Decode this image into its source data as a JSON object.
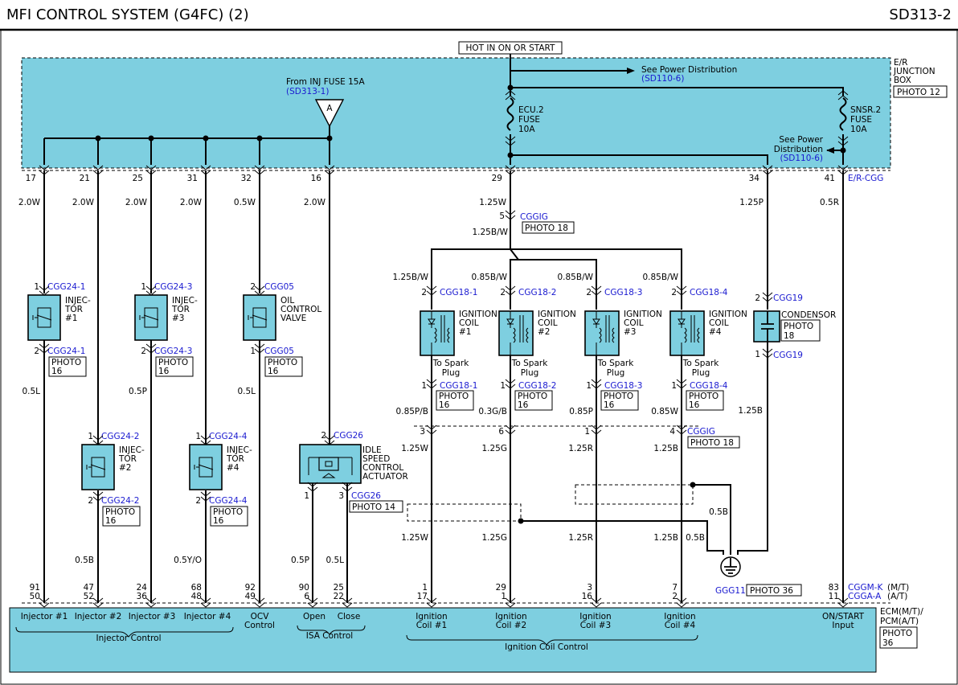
{
  "header": {
    "title": "MFI CONTROL SYSTEM (G4FC) (2)",
    "code": "SD313-2"
  },
  "junction": {
    "hot_label": "HOT IN ON OR START",
    "box_label": [
      "E/R",
      "JUNCTION",
      "BOX"
    ],
    "photo": "PHOTO 12",
    "from_fuse": "From INJ FUSE 15A",
    "from_fuse_ref": "(SD313-1)",
    "ref_a": "A",
    "see_power_1": "See Power Distribution",
    "see_power_1_ref": "(SD110-6)",
    "see_power_2a": "See Power",
    "see_power_2b": "Distribution",
    "see_power_2_ref": "(SD110-6)",
    "ecu_fuse": [
      "ECU.2",
      "FUSE",
      "10A"
    ],
    "snsr_fuse": [
      "SNSR.2",
      "FUSE",
      "10A"
    ],
    "er_cgg": "E/R-CGG"
  },
  "pins_top": [
    "17",
    "21",
    "25",
    "31",
    "32",
    "16",
    "29",
    "34",
    "41"
  ],
  "wires_top": [
    "2.0W",
    "2.0W",
    "2.0W",
    "2.0W",
    "0.5W",
    "2.0W",
    "1.25W",
    "1.25P",
    "0.5R"
  ],
  "cggig": {
    "pin_top": "5",
    "name": "CGGIG",
    "photo": "PHOTO 18",
    "wire": "1.25B/W",
    "bottom_name": "CGGIG",
    "bottom_photo": "PHOTO 18"
  },
  "injectors": [
    {
      "name": "INJEC-",
      "name2": "TOR",
      "num": "#1",
      "c_top": "CGG24-1",
      "c_bot": "CGG24-1",
      "photo": "PHOTO 16",
      "pin_top": "1",
      "pin_bot": "2",
      "wire_bot": "0.5L",
      "ecm_a": "91",
      "ecm_b": "50"
    },
    {
      "name": "INJEC-",
      "name2": "TOR",
      "num": "#2",
      "c_top": "CGG24-2",
      "c_bot": "CGG24-2",
      "photo": "PHOTO 16",
      "pin_top": "1",
      "pin_bot": "2",
      "wire_bot": "0.5B",
      "ecm_a": "47",
      "ecm_b": "52"
    },
    {
      "name": "INJEC-",
      "name2": "TOR",
      "num": "#3",
      "c_top": "CGG24-3",
      "c_bot": "CGG24-3",
      "photo": "PHOTO 16",
      "pin_top": "1",
      "pin_bot": "2",
      "wire_bot": "0.5P",
      "ecm_a": "24",
      "ecm_b": "36"
    },
    {
      "name": "INJEC-",
      "name2": "TOR",
      "num": "#4",
      "c_top": "CGG24-4",
      "c_bot": "CGG24-4",
      "photo": "PHOTO 16",
      "pin_top": "1",
      "pin_bot": "2",
      "wire_bot": "0.5Y/O",
      "ecm_a": "68",
      "ecm_b": "48"
    }
  ],
  "ocv": {
    "name": [
      "OIL",
      "CONTROL",
      "VALVE"
    ],
    "c_top": "CGG05",
    "c_bot": "CGG05",
    "photo": "PHOTO 16",
    "pin_top": "2",
    "pin_bot": "1",
    "wire_bot": "0.5L",
    "ecm_a": "92",
    "ecm_b": "49"
  },
  "isa": {
    "name": [
      "IDLE",
      "SPEED",
      "CONTROL",
      "ACTUATOR"
    ],
    "connector": "CGG26",
    "connector_bot": "CGG26",
    "photo": "PHOTO 14",
    "pin_top": "2",
    "pin_l": "1",
    "pin_r": "3",
    "wire_l": "0.5P",
    "wire_r": "0.5L",
    "ecm_l_a": "90",
    "ecm_l_b": "6",
    "ecm_r_a": "25",
    "ecm_r_b": "22"
  },
  "coils": [
    {
      "name": "IGNITION",
      "name2": "COIL",
      "num": "#1",
      "c_top": "CGG18-1",
      "c_bot": "CGG18-1",
      "photo": "PHOTO 16",
      "pin_top": "2",
      "pin_bot": "1",
      "wire_top": "1.25B/W",
      "wire_mid": "0.85P/B",
      "cg_pin": "3",
      "wire_low": "1.25W",
      "wire_low2": "1.25W",
      "ecm_a": "1",
      "ecm_b": "17"
    },
    {
      "name": "IGNITION",
      "name2": "COIL",
      "num": "#2",
      "c_top": "CGG18-2",
      "c_bot": "CGG18-2",
      "photo": "PHOTO 16",
      "pin_top": "2",
      "pin_bot": "1",
      "wire_top": "0.85B/W",
      "wire_mid": "0.3G/B",
      "cg_pin": "6",
      "wire_low": "1.25G",
      "wire_low2": "1.25G",
      "ecm_a": "29",
      "ecm_b": "1"
    },
    {
      "name": "IGNITION",
      "name2": "COIL",
      "num": "#3",
      "c_top": "CGG18-3",
      "c_bot": "CGG18-3",
      "photo": "PHOTO 16",
      "pin_top": "2",
      "pin_bot": "1",
      "wire_top": "0.85B/W",
      "wire_mid": "0.85P",
      "cg_pin": "1",
      "wire_low": "1.25R",
      "wire_low2": "1.25R",
      "ecm_a": "3",
      "ecm_b": "16"
    },
    {
      "name": "IGNITION",
      "name2": "COIL",
      "num": "#4",
      "c_top": "CGG18-4",
      "c_bot": "CGG18-4",
      "photo": "PHOTO 16",
      "pin_top": "2",
      "pin_bot": "1",
      "wire_top": "0.85B/W",
      "wire_mid": "0.85W",
      "cg_pin": "4",
      "wire_low": "1.25B",
      "wire_low2": "1.25B",
      "ecm_a": "7",
      "ecm_b": "2"
    }
  ],
  "spark_plug": [
    "To Spark",
    "Plug"
  ],
  "condensor": {
    "name": "CONDENSOR",
    "photo": "PHOTO 18",
    "c_top": "CGG19",
    "c_bot": "CGG19",
    "pin_top": "2",
    "pin_bot": "1",
    "wire_bot": "1.25B"
  },
  "ground": {
    "name": "GGG11",
    "photo": "PHOTO 36",
    "wire_a": "0.5B",
    "wire_b": "0.5B"
  },
  "ecm": {
    "label": [
      "ECM(M/T)/",
      "PCM(A/T)"
    ],
    "photo": "PHOTO 36",
    "cggm": "CGGM-K",
    "cggm_suffix": "(M/T)",
    "cgga": "CGGA-A",
    "cgga_suffix": "(A/T)",
    "on_pin_a": "83",
    "on_pin_b": "11",
    "cells": {
      "inj1": "Injector #1",
      "inj2": "Injector #2",
      "inj3": "Injector #3",
      "inj4": "Injector #4",
      "ocv1": "OCV",
      "ocv2": "Control",
      "open": "Open",
      "close": "Close",
      "ign1a": "Ignition",
      "ign1b": "Coil #1",
      "ign2a": "Ignition",
      "ign2b": "Coil #2",
      "ign3a": "Ignition",
      "ign3b": "Coil #3",
      "ign4a": "Ignition",
      "ign4b": "Coil #4",
      "on1": "ON/START",
      "on2": "Input",
      "group_inj": "Injector Control",
      "group_isa": "ISA Control",
      "group_ign": "Ignition Coil Control"
    }
  }
}
